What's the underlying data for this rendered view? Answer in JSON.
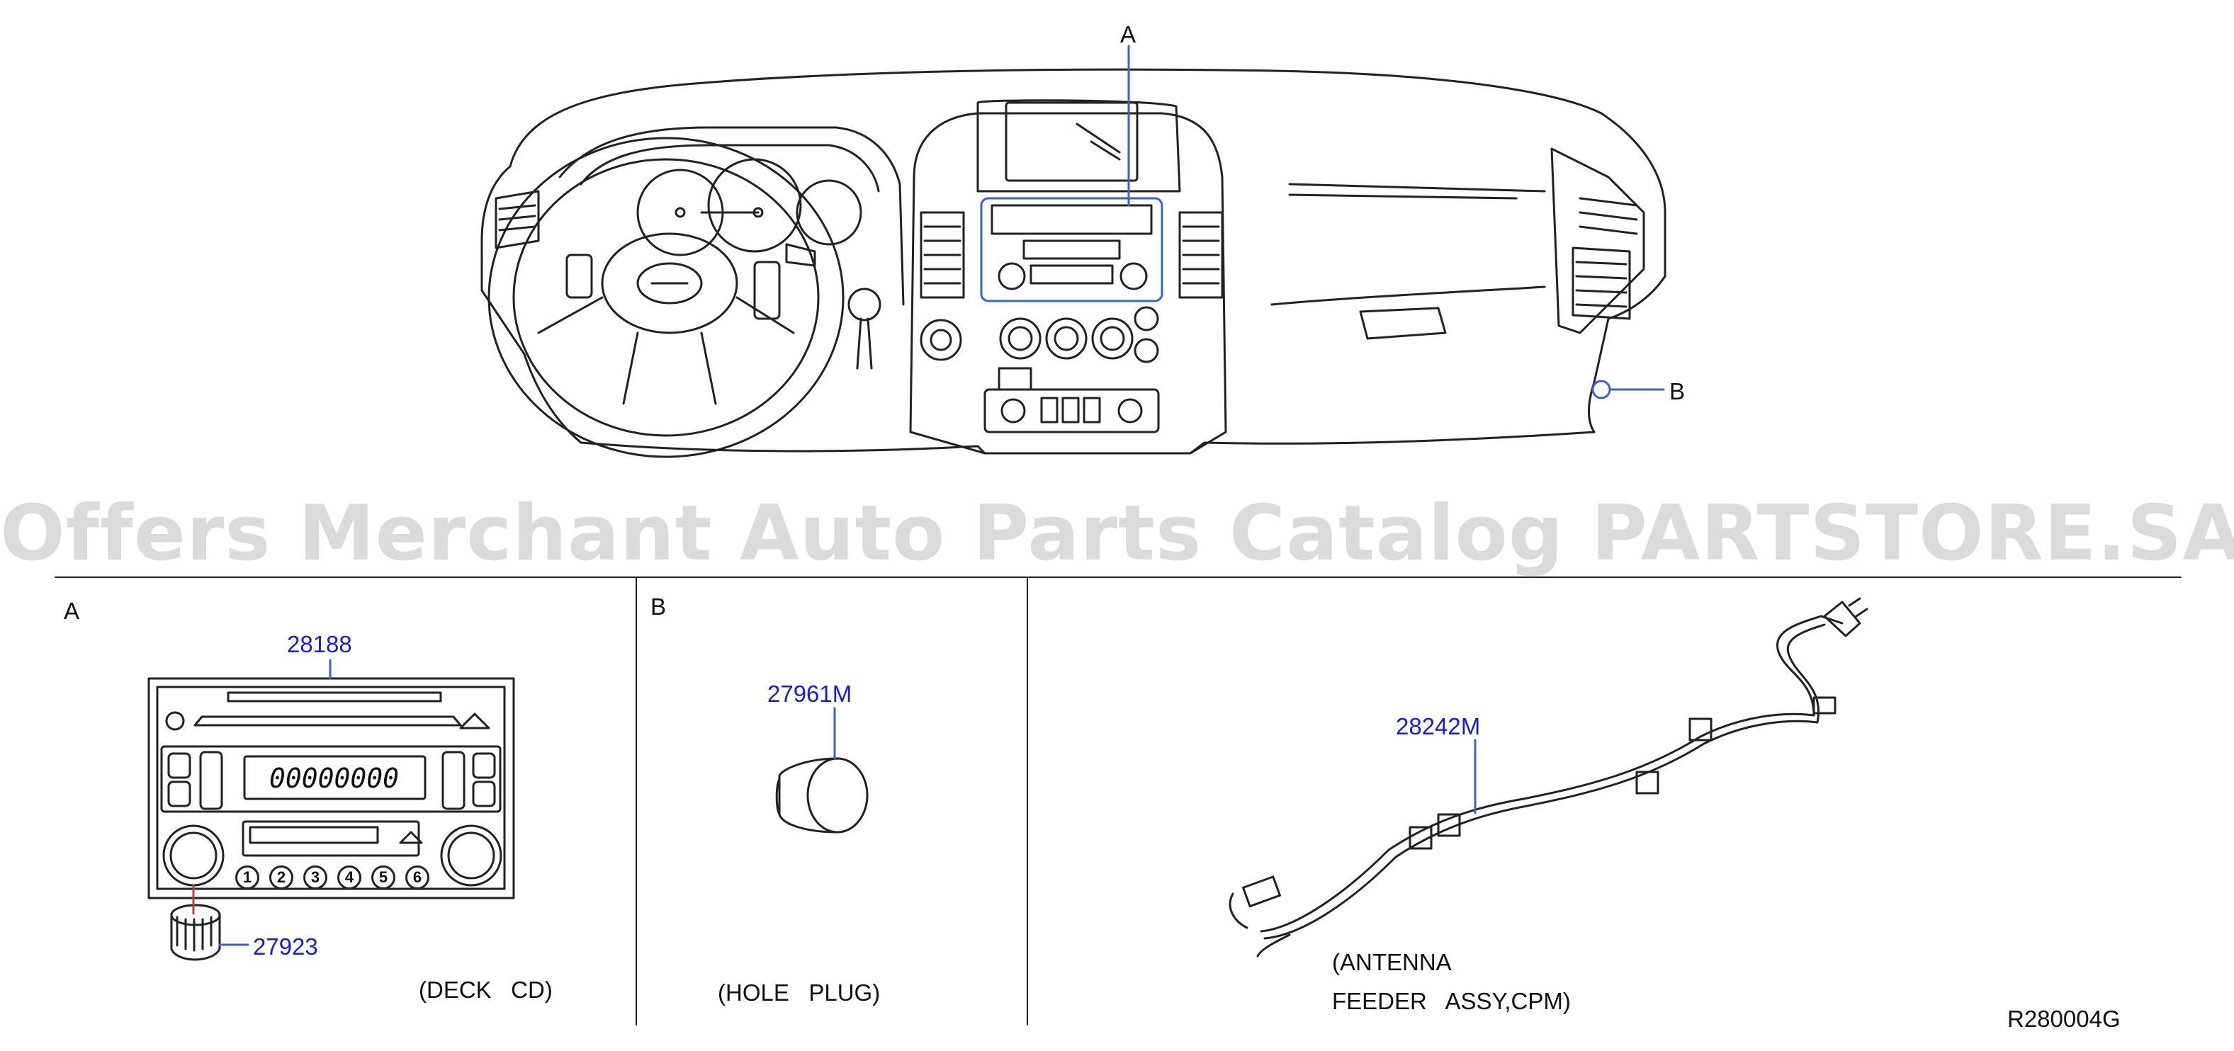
{
  "overview": {
    "callout_a": "A",
    "callout_b": "B"
  },
  "watermark": "Offers Merchant Auto Parts Catalog PARTSTORE.SA",
  "sections": [
    {
      "letter": "A",
      "parts": [
        "28188",
        "27923"
      ],
      "caption": "(DECK   CD)",
      "display_text": "00000000"
    },
    {
      "letter": "B",
      "parts": [
        "27961M"
      ],
      "caption": "(HOLE   PLUG)"
    },
    {
      "letter": "",
      "parts": [
        "28242M"
      ],
      "caption_line1": "(ANTENNA",
      "caption_line2": "FEEDER   ASSY,CPM)"
    }
  ],
  "preset_buttons": [
    "1",
    "2",
    "3",
    "4",
    "5",
    "6"
  ],
  "diagram_code": "R280004G",
  "colors": {
    "line": "#222222",
    "part_number": "#1a1adc",
    "leader": "#3a62c8",
    "watermark": "#cfcfcf"
  }
}
